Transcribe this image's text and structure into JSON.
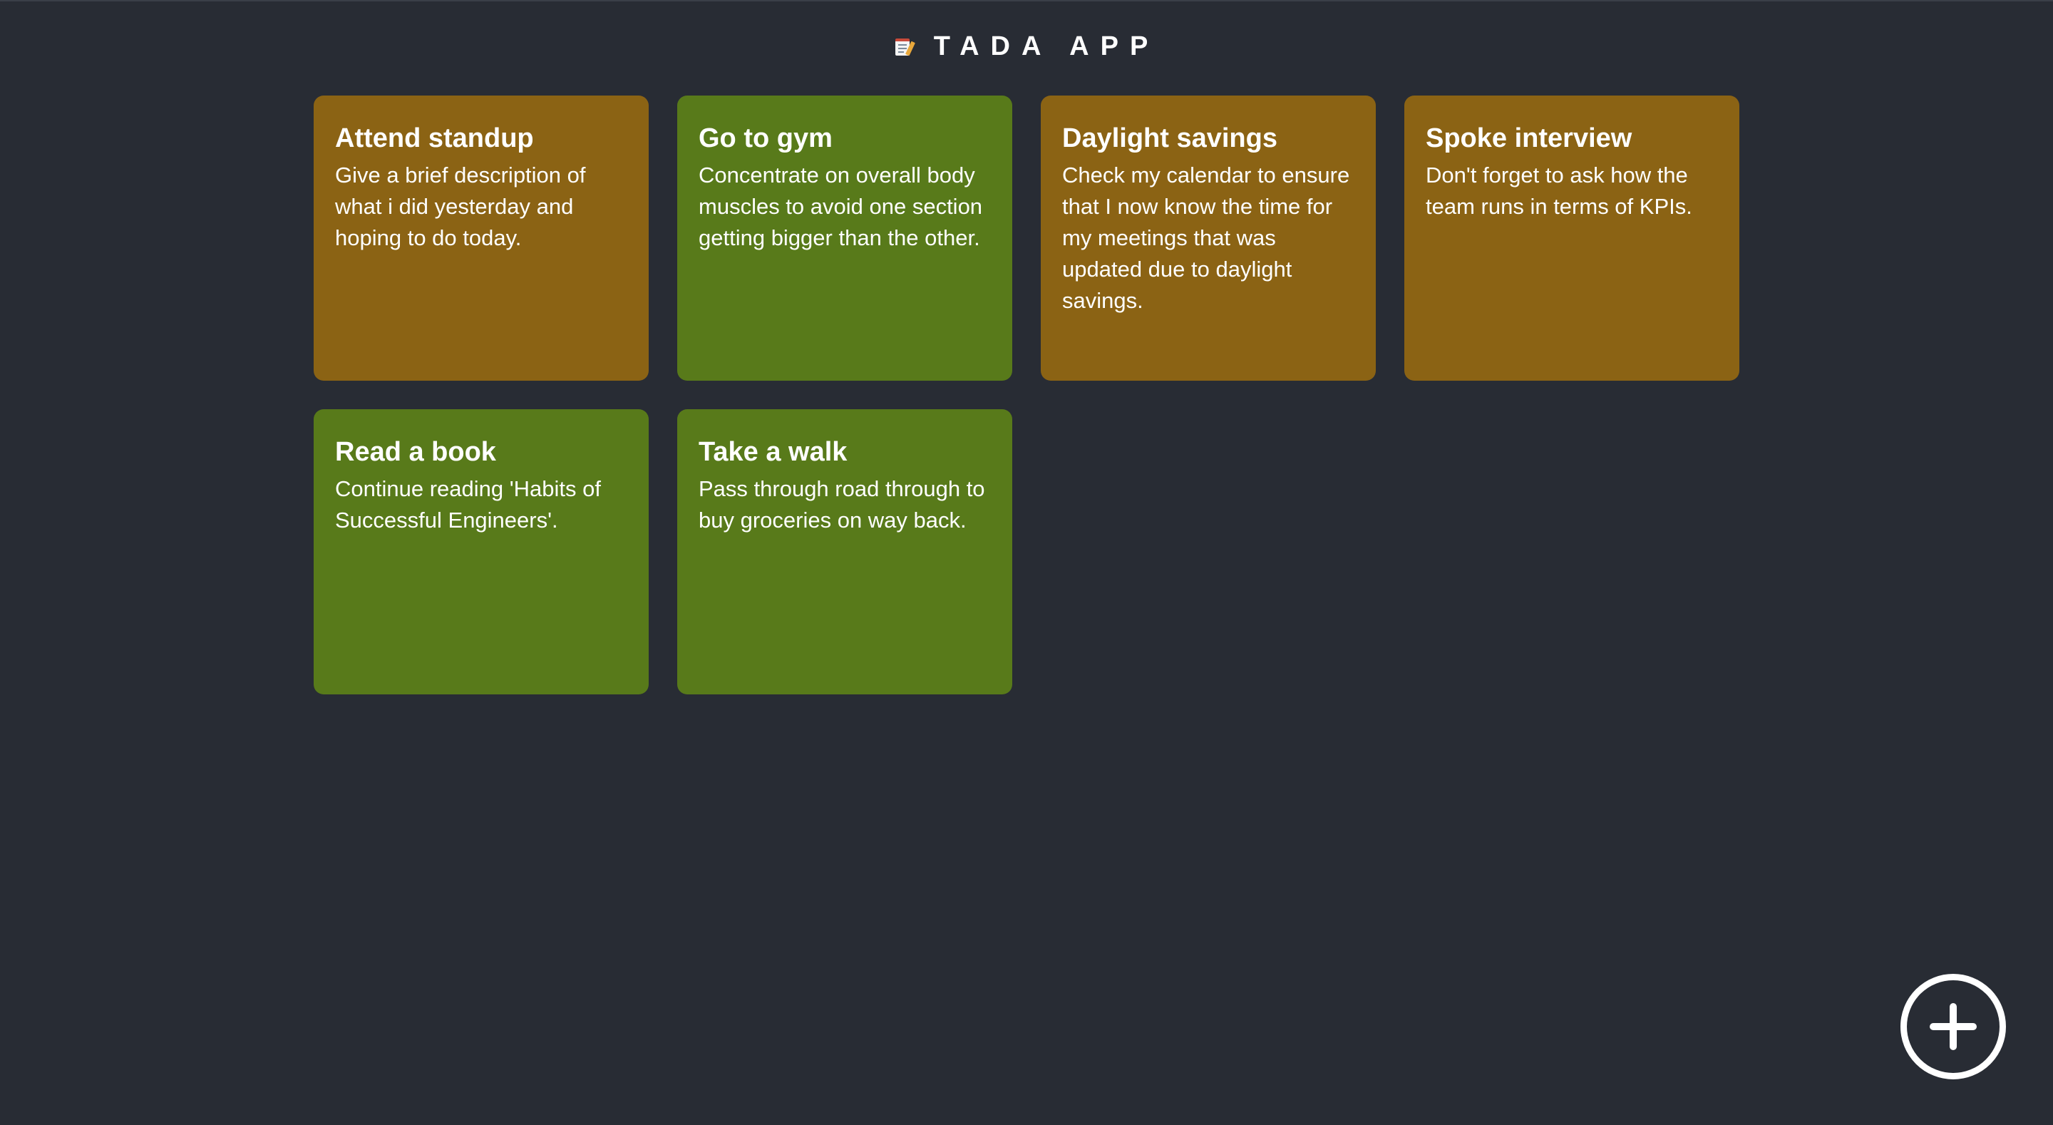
{
  "header": {
    "icon": "memo-icon",
    "title": "TADA APP"
  },
  "colors": {
    "background": "#282c34",
    "orange_card": "#8b6314",
    "green_card": "#587a1a"
  },
  "notes": [
    {
      "title": "Attend standup",
      "description": "Give a brief description of what i did yesterday and hoping to do today.",
      "color": "#8b6314"
    },
    {
      "title": "Go to gym",
      "description": "Concentrate on overall body muscles to avoid one section getting bigger than the other.",
      "color": "#587a1a"
    },
    {
      "title": "Daylight savings",
      "description": "Check my calendar to ensure that I now know the time for my meetings that was updated due to daylight savings.",
      "color": "#8b6314"
    },
    {
      "title": "Spoke interview",
      "description": "Don't forget to ask how the team runs in terms of KPIs.",
      "color": "#8b6314"
    },
    {
      "title": "Read a book",
      "description": "Continue reading 'Habits of Successful Engineers'.",
      "color": "#587a1a"
    },
    {
      "title": "Take a walk",
      "description": "Pass through road through to buy groceries on way back.",
      "color": "#587a1a"
    }
  ],
  "add_button": {
    "icon": "plus-circle-icon"
  }
}
